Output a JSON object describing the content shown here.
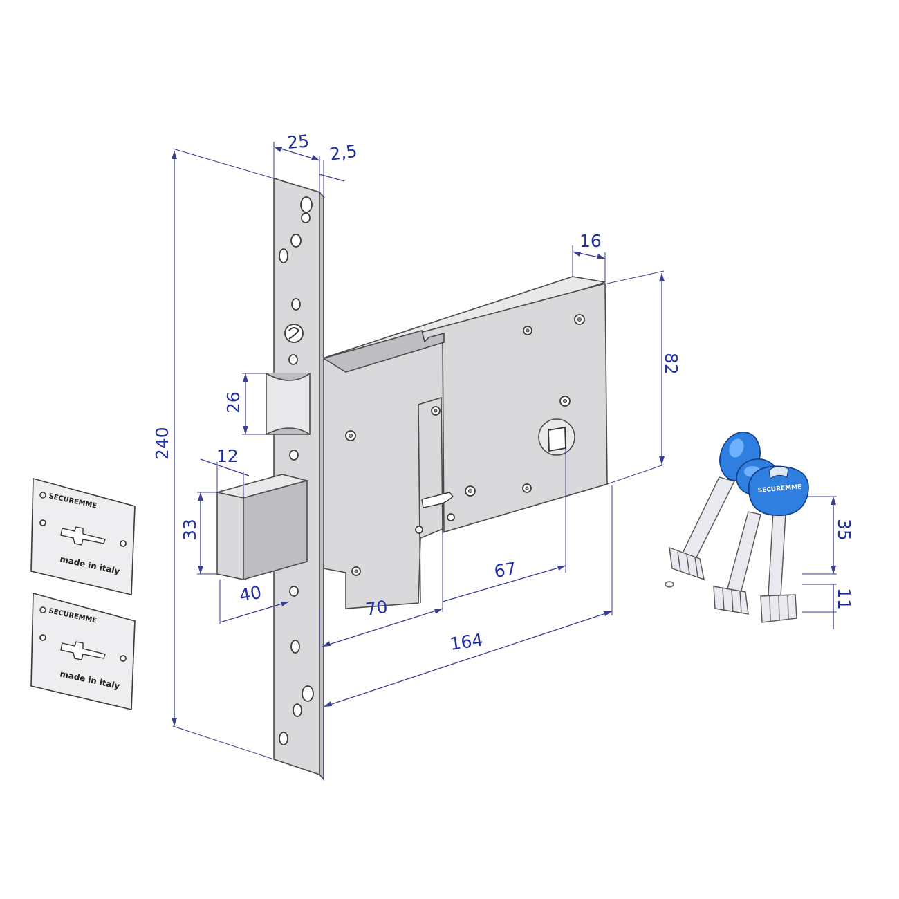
{
  "dimensions": {
    "faceplate_width": "25",
    "faceplate_thickness": "2,5",
    "case_depth": "16",
    "case_height": "82",
    "total_height": "240",
    "latch_height": "26",
    "deadbolt_offset": "12",
    "deadbolt_height": "33",
    "deadbolt_throw": "40",
    "backset_latch": "70",
    "spindle_distance": "67",
    "case_length": "164",
    "key_head_length": "35",
    "key_bit_width": "11"
  },
  "escutcheon_plates": [
    {
      "brand": "SECUREMME",
      "label": "made in italy"
    },
    {
      "brand": "SECUREMME",
      "label": "made in italy"
    }
  ],
  "keys": {
    "count": 3,
    "brand": "SECUREMME",
    "head_color": "#2f7fe0"
  },
  "colors": {
    "dimension": "#1f2fa0",
    "metal": "#d9d9dc"
  }
}
